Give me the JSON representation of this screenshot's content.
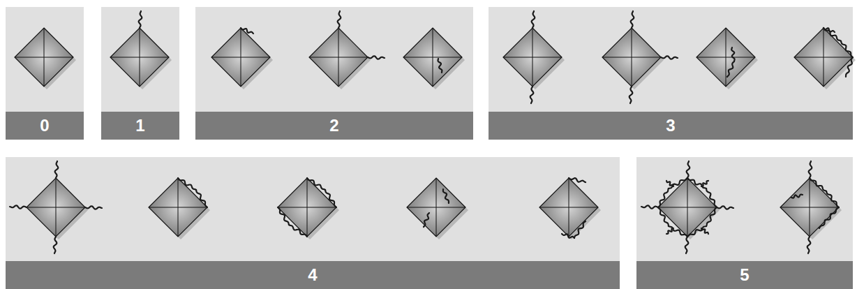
{
  "diagram": {
    "nodes": [
      {
        "text": [
          "0"
        ]
      },
      {
        "text": [
          "1"
        ]
      },
      {
        "text": [
          "2"
        ]
      },
      {
        "text": [
          "3"
        ]
      },
      {
        "text": [
          "4"
        ]
      },
      {
        "text": [
          "5"
        ]
      }
    ]
  }
}
